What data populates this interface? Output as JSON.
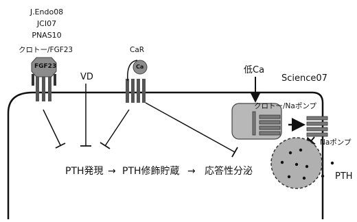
{
  "references": [
    "J.Endo08",
    "JCI07",
    "PNAS10"
  ],
  "klotho_fgf23_label": "クロトー/FGF23",
  "fgf23_box_label": "FGF23",
  "vd_label": "VD",
  "car_label": "CaR",
  "ca_ion_label": "Ca",
  "low_ca_label": "低Ca",
  "science_ref": "Science07",
  "klotho_na_pump_label": "クロトー/Naポンプ",
  "na_pump_label": "Naポンプ",
  "pth_label": "PTH",
  "flow": {
    "step1": "PTH発現",
    "arrow1": "→",
    "step2": "PTH修飾貯蔵",
    "arrow2": "→",
    "step3": "応答性分泌"
  }
}
